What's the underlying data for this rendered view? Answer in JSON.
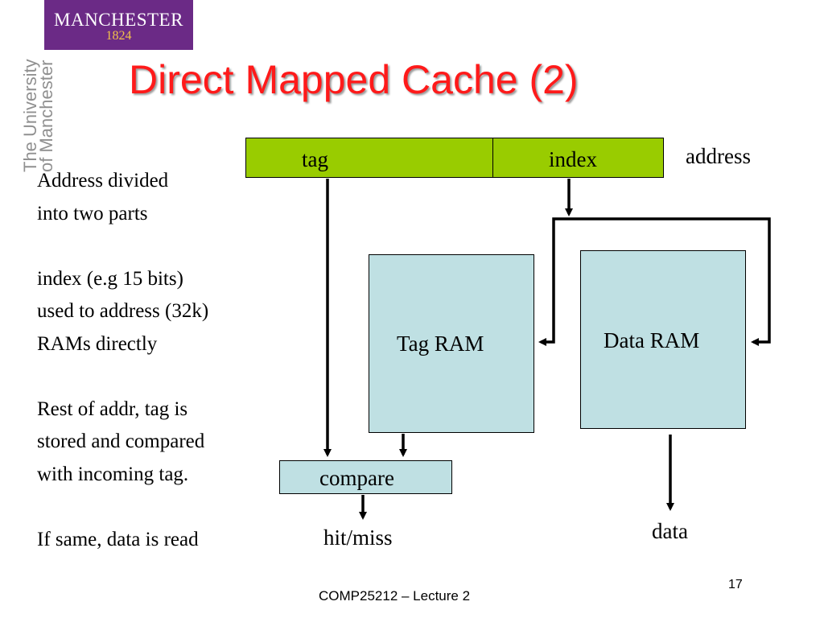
{
  "logo": {
    "name": "MANCHESTER",
    "year": "1824"
  },
  "side_text": {
    "line1": "The University",
    "line2": "of Manchester"
  },
  "title": "Direct Mapped Cache (2)",
  "body_paragraphs": [
    [
      "Address divided",
      "into two parts"
    ],
    [
      "index (e.g 15 bits)",
      "used to address (32k)",
      "RAMs directly"
    ],
    [
      "Rest of addr, tag is",
      "stored and compared",
      "with incoming tag."
    ],
    [
      "If same, data is read"
    ]
  ],
  "diagram": {
    "tag_label": "tag",
    "index_label": "index",
    "address_label": "address",
    "tag_ram_label": "Tag RAM",
    "data_ram_label": "Data RAM",
    "compare_label": "compare",
    "hitmiss_label": "hit/miss",
    "data_label": "data"
  },
  "footer": "COMP25212 – Lecture 2",
  "page_number": "17",
  "colors": {
    "title": "#ff1a1a",
    "address_bar": "#99cc00",
    "ram_box": "#bfe0e3",
    "logo_bg": "#6b2a86",
    "logo_year": "#f2c24a"
  }
}
